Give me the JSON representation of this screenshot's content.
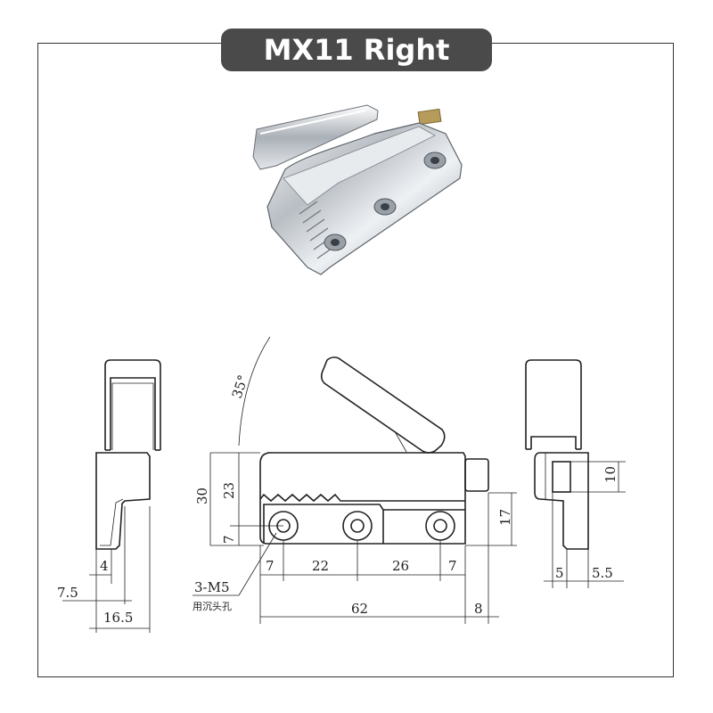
{
  "title": "MX11 Right",
  "colors": {
    "badge": "#4a4a4a",
    "line": "#222222"
  },
  "dimensions": {
    "angle": "35°",
    "h30": "30",
    "h23": "23",
    "h7": "7",
    "h17": "17",
    "w7a": "7",
    "w22": "22",
    "w26": "26",
    "w7b": "7",
    "w62": "62",
    "w8": "8",
    "side_4": "4",
    "side_7_5": "7.5",
    "side_16_5": "16.5",
    "right_10": "10",
    "right_5": "5",
    "right_5_5": "5.5"
  },
  "notes": {
    "holes": "3-M5",
    "holes_cn": "用沉头孔"
  }
}
